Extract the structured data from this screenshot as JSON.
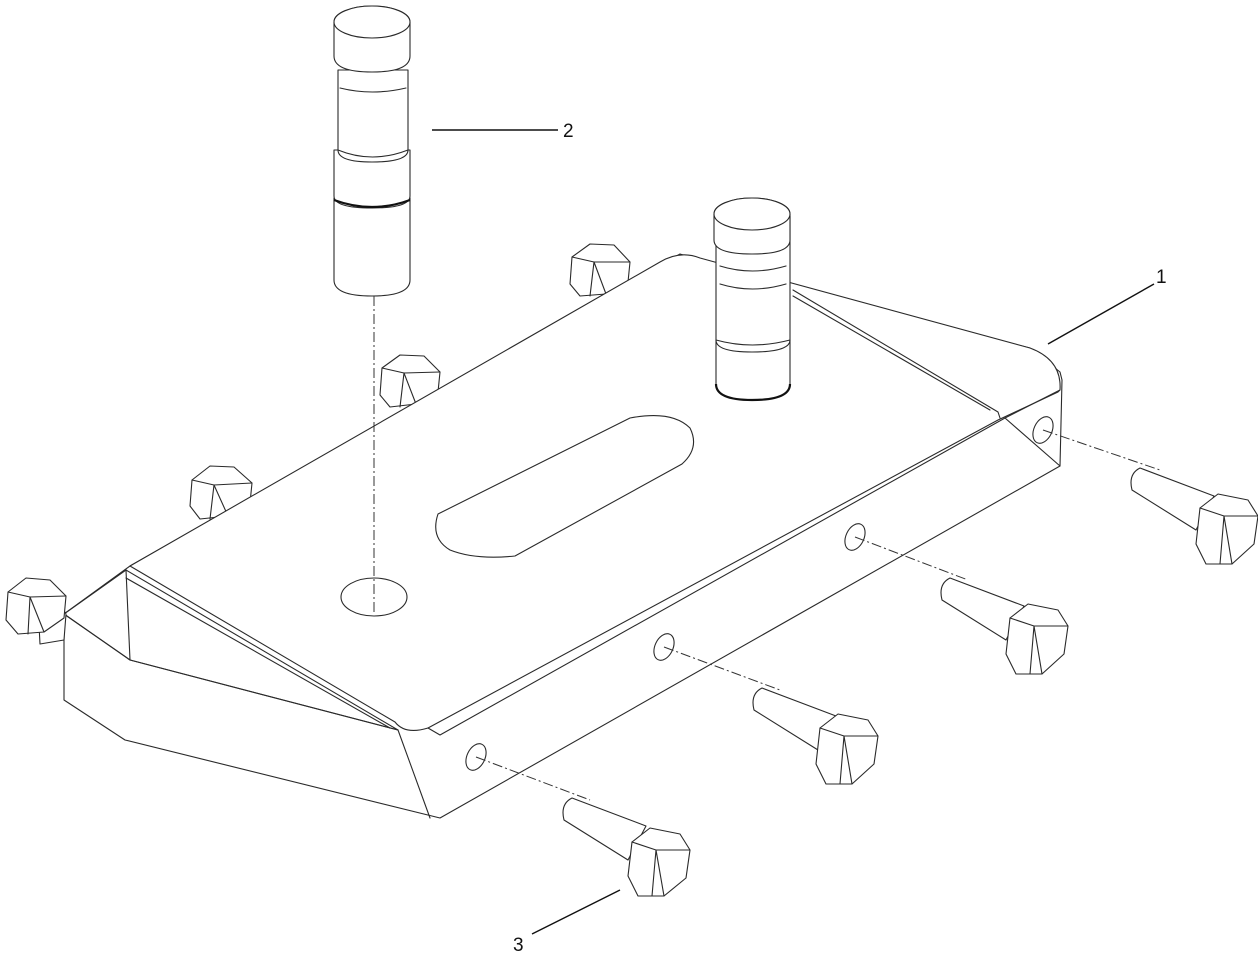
{
  "callouts": [
    {
      "id": "1",
      "label": "1"
    },
    {
      "id": "2",
      "label": "2"
    },
    {
      "id": "3",
      "label": "3"
    }
  ],
  "colors": {
    "line": "#2a2a2a",
    "background": "#ffffff"
  }
}
